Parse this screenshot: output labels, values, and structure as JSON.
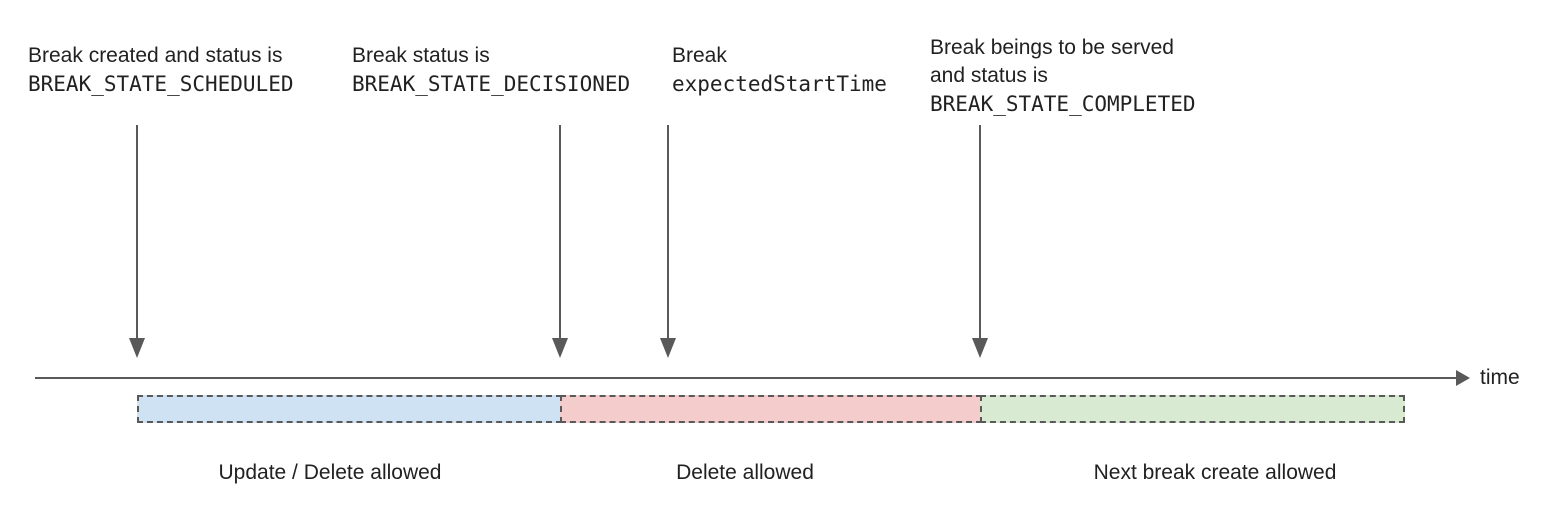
{
  "annotations": {
    "scheduled": {
      "line1": "Break created and status is",
      "line2": "BREAK_STATE_SCHEDULED"
    },
    "decisioned": {
      "line1": "Break status is",
      "line2": "BREAK_STATE_DECISIONED"
    },
    "expected_start": {
      "line1": "Break",
      "line2": "expectedStartTime"
    },
    "completed": {
      "line1": "Break beings to be served",
      "line2": "and status is",
      "line3": "BREAK_STATE_COMPLETED"
    }
  },
  "timeline": {
    "axis_label": "time"
  },
  "segments": {
    "update_delete": {
      "label": "Update / Delete allowed",
      "fill": "#cfe2f3"
    },
    "delete_only": {
      "label": "Delete allowed",
      "fill": "#f4cccc"
    },
    "next_break": {
      "label": "Next break create allowed",
      "fill": "#d9ead3"
    }
  },
  "colors": {
    "line": "#595959",
    "text": "#212121"
  }
}
